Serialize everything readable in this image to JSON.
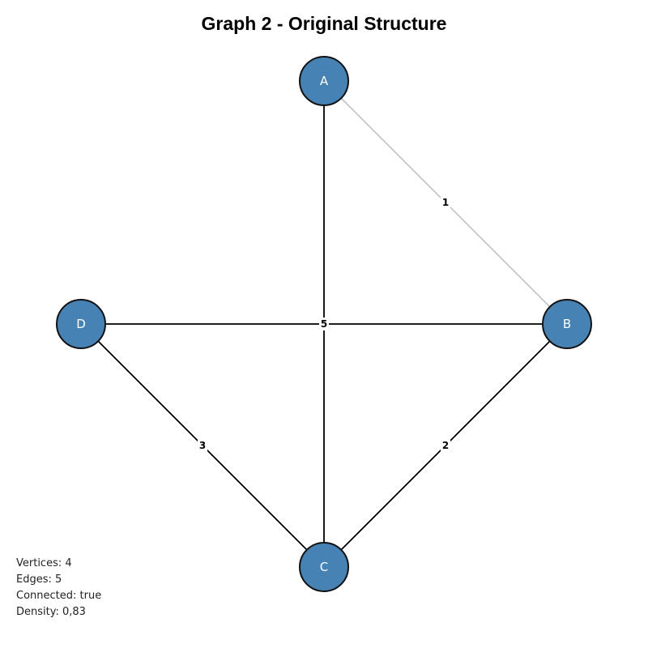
{
  "title": "Graph 2 - Original Structure",
  "colors": {
    "node_fill": "#4682b4",
    "node_stroke": "#111111",
    "edge": "#000000",
    "edge_highlight": "#c0c0c0",
    "node_text": "#ffffff"
  },
  "nodes": [
    {
      "id": "A",
      "label": "A"
    },
    {
      "id": "B",
      "label": "B"
    },
    {
      "id": "C",
      "label": "C"
    },
    {
      "id": "D",
      "label": "D"
    }
  ],
  "edges": [
    {
      "from": "A",
      "to": "B",
      "weight": "1",
      "style": "light"
    },
    {
      "from": "A",
      "to": "C",
      "weight": "",
      "style": "normal"
    },
    {
      "from": "D",
      "to": "B",
      "weight": "5",
      "style": "normal"
    },
    {
      "from": "D",
      "to": "C",
      "weight": "3",
      "style": "normal"
    },
    {
      "from": "B",
      "to": "C",
      "weight": "2",
      "style": "normal"
    }
  ],
  "stats": {
    "vertices": "Vertices: 4",
    "edges": "Edges: 5",
    "connected": "Connected: true",
    "density": "Density: 0,83"
  }
}
